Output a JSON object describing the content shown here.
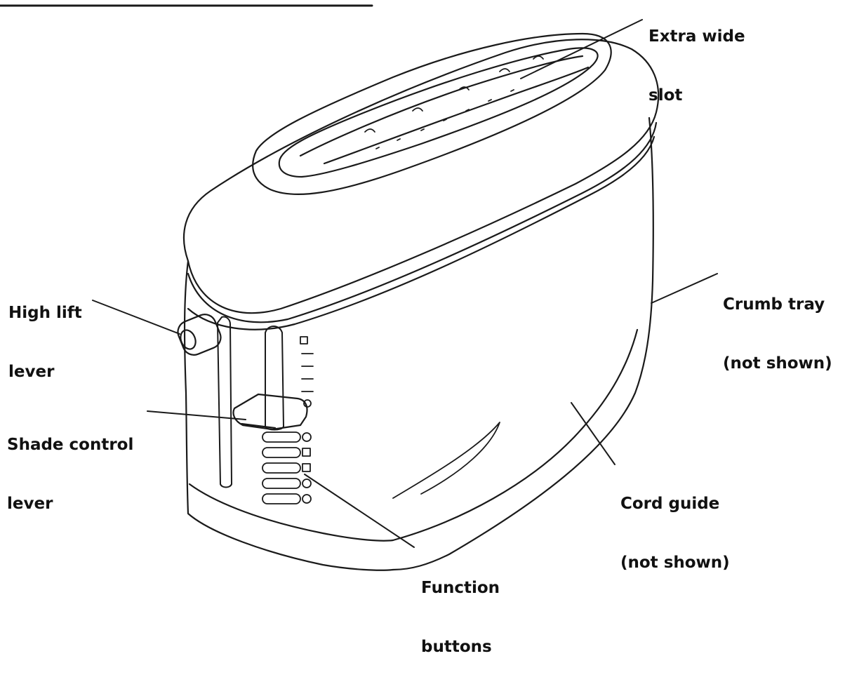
{
  "colors": {
    "ink": "#1a1a1a",
    "background": "#ffffff",
    "text": "#111111"
  },
  "labels": {
    "extra_wide_slot": {
      "line1": "Extra wide",
      "line2": "slot"
    },
    "high_lift_lever": {
      "line1": "High lift",
      "line2": "lever"
    },
    "shade_control_lever": {
      "line1": "Shade control",
      "line2": "lever"
    },
    "crumb_tray": {
      "line1": "Crumb tray",
      "line2": "(not shown)"
    },
    "cord_guide": {
      "line1": "Cord guide",
      "line2": "(not shown)"
    },
    "function_buttons": {
      "line1": "Function",
      "line2": "buttons"
    }
  }
}
